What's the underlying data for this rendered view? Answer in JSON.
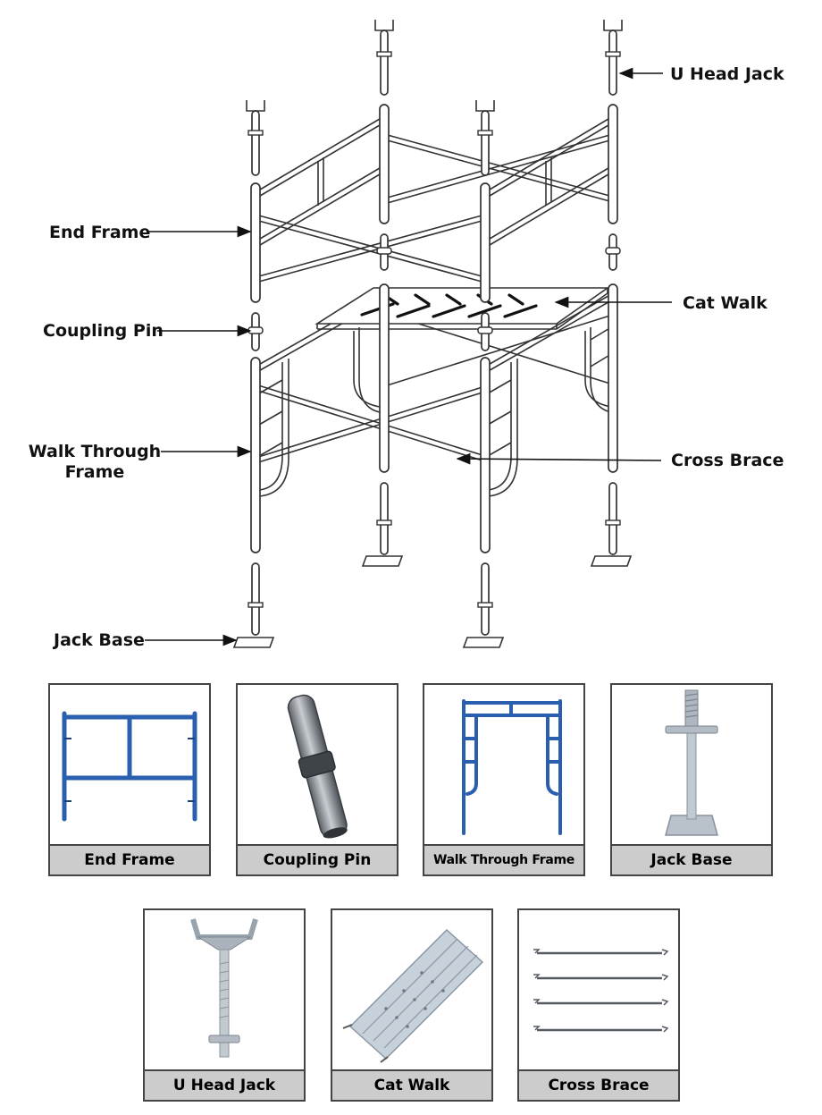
{
  "diagram": {
    "labels": {
      "u_head_jack": "U Head Jack",
      "end_frame": "End Frame",
      "cat_walk": "Cat Walk",
      "coupling_pin": "Coupling Pin",
      "walk_through_line1": "Walk Through",
      "walk_through_line2": "Frame",
      "cross_brace": "Cross Brace",
      "jack_base": "Jack Base"
    }
  },
  "cards": [
    {
      "id": "end-frame",
      "caption": "End Frame"
    },
    {
      "id": "coupling-pin",
      "caption": "Coupling Pin"
    },
    {
      "id": "walk-through-frame",
      "caption": "Walk Through Frame"
    },
    {
      "id": "jack-base",
      "caption": "Jack Base"
    },
    {
      "id": "u-head-jack",
      "caption": "U Head Jack"
    },
    {
      "id": "cat-walk",
      "caption": "Cat Walk"
    },
    {
      "id": "cross-brace",
      "caption": "Cross Brace"
    }
  ],
  "colors": {
    "frame_blue": "#2a5fb0",
    "caption_bg": "#cccccc",
    "steel": "#9aa4ad"
  }
}
